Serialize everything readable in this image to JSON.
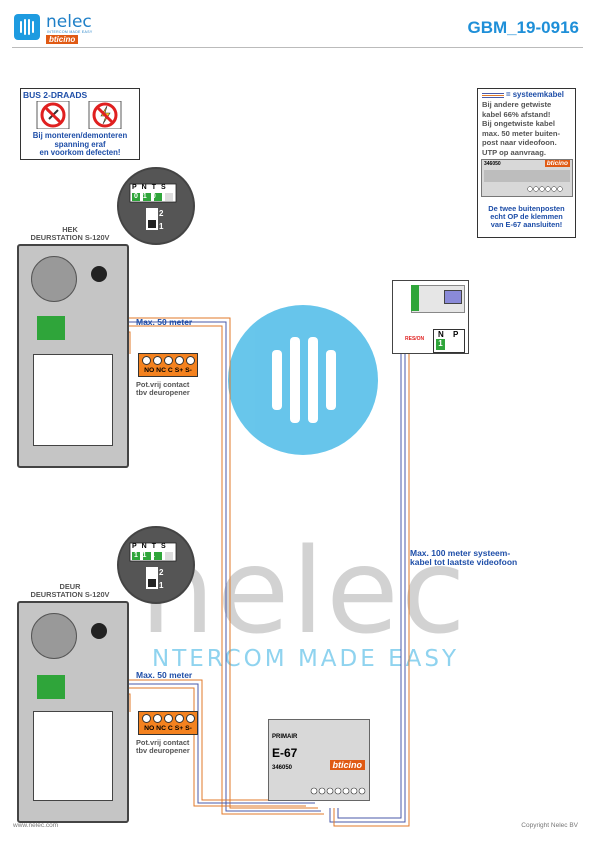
{
  "header": {
    "brand_name": "nelec",
    "brand_tagline": "INTERCOM MADE EASY",
    "brand_partner": "bticino",
    "doc_id": "GBM_19-0916"
  },
  "warning": {
    "title": "BUS 2-DRAADS",
    "lines": [
      "Bij monteren/demonteren",
      "spanning eraf",
      "en voorkom defecten!"
    ]
  },
  "system_note": {
    "legend": "= systeemkabel",
    "lines": [
      "Bij andere getwiste",
      "kabel 66% afstand!",
      "Bij ongetwiste kabel",
      "max. 50 meter buiten-",
      "post naar videofoon.",
      "UTP op aanvraag."
    ],
    "module_code": "346050",
    "module_brand": "bticino",
    "footnote": [
      "De twee buitenposten",
      "echt OP de klemmen",
      "van E-67 aansluiten!"
    ]
  },
  "stations": [
    {
      "title": [
        "HEK",
        "DEURSTATION S-120V"
      ],
      "config_labels": [
        "P",
        "N",
        "T",
        "S"
      ],
      "config_values": [
        "0",
        "1",
        "0",
        ""
      ],
      "switch": [
        "2",
        "1"
      ],
      "distance": "Max. 50 meter",
      "terminals": [
        "NO",
        "NC",
        "C",
        "S+",
        "S-"
      ],
      "contact_note": [
        "Pot.vrij contact",
        "tbv deuropener"
      ]
    },
    {
      "title": [
        "DEUR",
        "DEURSTATION S-120V"
      ],
      "config_labels": [
        "P",
        "N",
        "T",
        "S"
      ],
      "config_values": [
        "1",
        "1",
        "1",
        ""
      ],
      "switch": [
        "2",
        "1"
      ],
      "distance": "Max. 50 meter",
      "terminals": [
        "NO",
        "NC",
        "C",
        "S+",
        "S-"
      ],
      "contact_note": [
        "Pot.vrij contact",
        "tbv deuropener"
      ]
    }
  ],
  "videophone": {
    "config_labels": [
      "N",
      "P"
    ],
    "config_value": "1",
    "terminal_label": "RES/ON"
  },
  "system_distance": [
    "Max. 100 meter systeem-",
    "kabel tot laatste videofoon"
  ],
  "power_supply": {
    "label": "PRIMAIR",
    "model": "E-67",
    "code": "346050",
    "brand": "bticino"
  },
  "watermark": {
    "name": "nelec",
    "tagline": "NTERCOM MADE EASY"
  },
  "footer": {
    "left": "www.nelec.com",
    "right": "Copyright Nelec BV"
  },
  "colors": {
    "accent": "#1e8fd8",
    "wire_orange": "#e07a2a",
    "wire_blue": "#4a5aa8",
    "terminal_green": "#2fa53a",
    "terminal_orange": "#f4821f"
  }
}
